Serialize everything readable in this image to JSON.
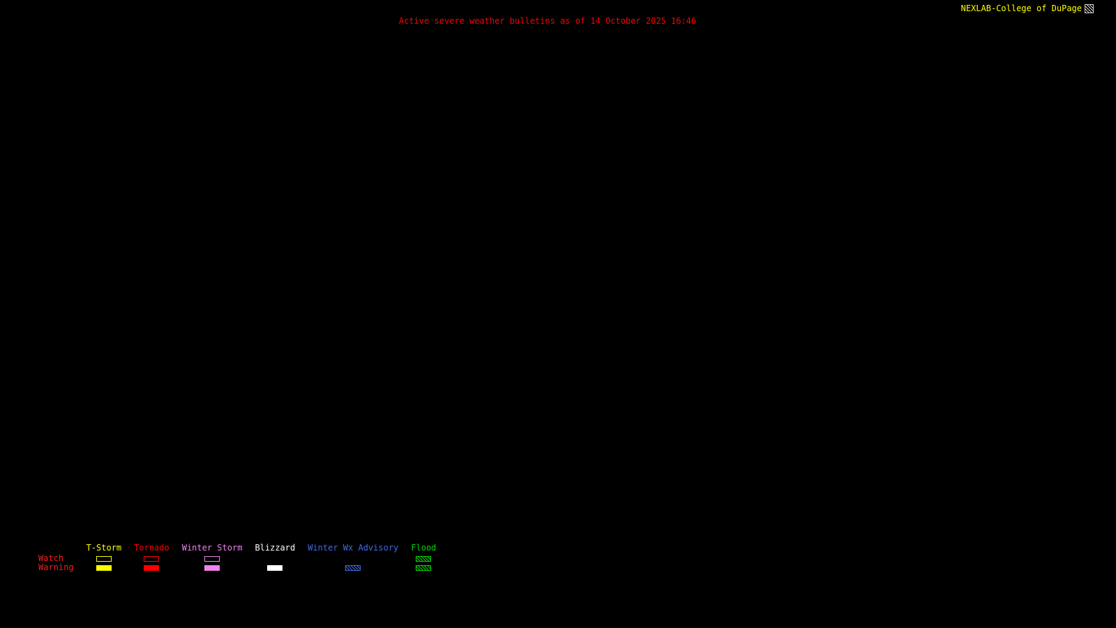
{
  "header": {
    "brand": "NEXLAB-College of DuPage",
    "title": "Active severe weather bulletins as of 14 October 2025 16:46"
  },
  "colors": {
    "background": "#000000",
    "title_text": "#ff0000",
    "brand_text": "#ffff00",
    "row_label_text": "#ff1a1a"
  },
  "icons": {
    "brand_icon": "nexlab-logo-icon"
  },
  "legend": {
    "row_labels": [
      "Watch",
      "Warning"
    ],
    "columns": [
      {
        "label": "T-Storm",
        "color": "#ffff00",
        "watch": "outline",
        "warning": "fill"
      },
      {
        "label": "Tornado",
        "color": "#ff0000",
        "watch": "outline",
        "warning": "fill"
      },
      {
        "label": "Winter Storm",
        "color": "#ee82ee",
        "watch": "outline",
        "warning": "fill"
      },
      {
        "label": "Blizzard",
        "color": "#ffffff",
        "watch": "none",
        "warning": "fill"
      },
      {
        "label": "Winter Wx Advisory",
        "color": "#4169e1",
        "watch": "none",
        "warning": "hatch"
      },
      {
        "label": "Flood",
        "color": "#00d800",
        "watch": "hatch",
        "warning": "hatch"
      }
    ]
  }
}
